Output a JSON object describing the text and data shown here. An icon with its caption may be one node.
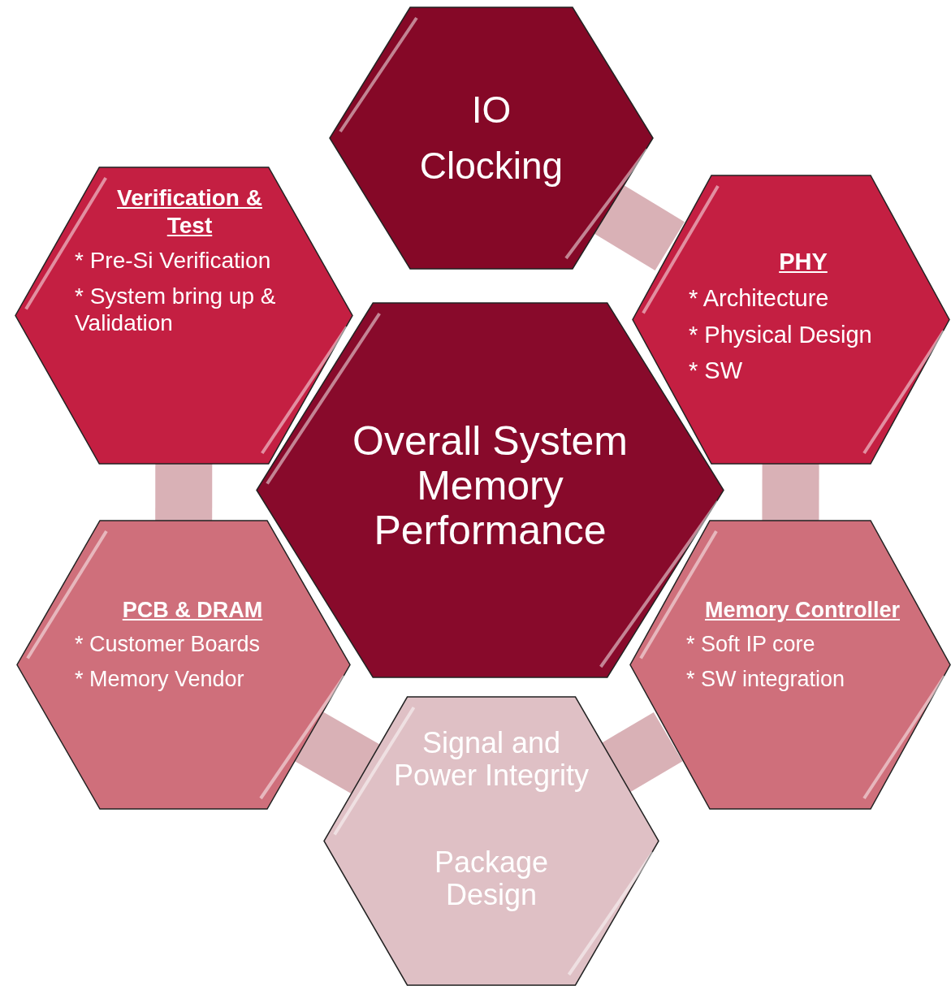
{
  "diagram": {
    "nodes": [
      {
        "text": [
          "IO Clocking"
        ]
      },
      {
        "text": [
          "Verification & Test",
          "* Pre-Si Verification",
          "* System bring up & Validation"
        ]
      },
      {
        "text": [
          "PHY",
          "* Architecture",
          "* Physical Design",
          "* SW"
        ]
      },
      {
        "text": [
          "Overall System Memory Performance"
        ]
      },
      {
        "text": [
          "PCB & DRAM",
          "* Customer Boards",
          "* Memory Vendor"
        ]
      },
      {
        "text": [
          "Memory Controller",
          "* Soft IP core",
          "* SW integration"
        ]
      },
      {
        "text": [
          "Signal and Power Integrity",
          "Package Design"
        ]
      }
    ],
    "edges": [
      {
        "from": 0,
        "to": 2,
        "arrow": "none"
      },
      {
        "from": 1,
        "to": 4,
        "arrow": "none"
      },
      {
        "from": 2,
        "to": 5,
        "arrow": "none"
      },
      {
        "from": 4,
        "to": 6,
        "arrow": "none"
      },
      {
        "from": 5,
        "to": 6,
        "arrow": "none"
      }
    ]
  }
}
